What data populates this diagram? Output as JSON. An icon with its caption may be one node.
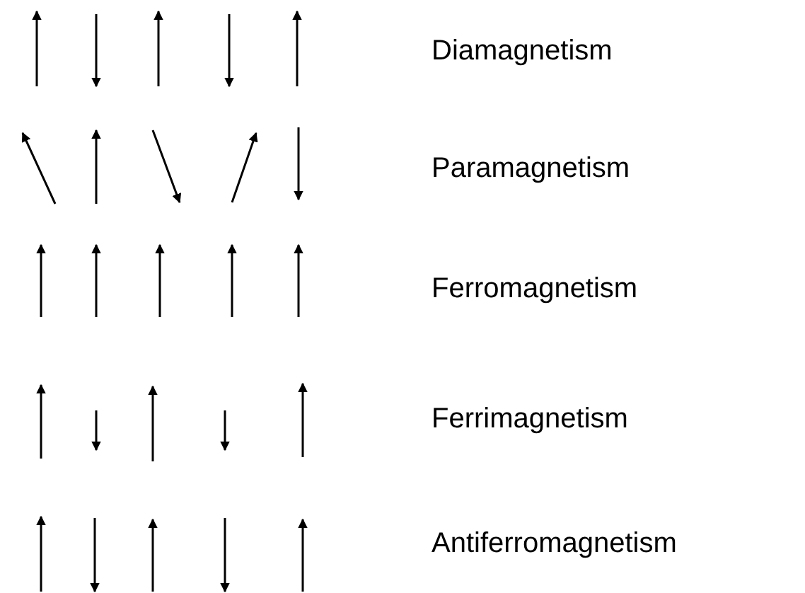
{
  "diagram": {
    "labels": [
      "Diamagnetism",
      "Paramagnetism",
      "Ferromagnetism",
      "Ferrimagnetism",
      "Antiferromagnetism"
    ]
  }
}
